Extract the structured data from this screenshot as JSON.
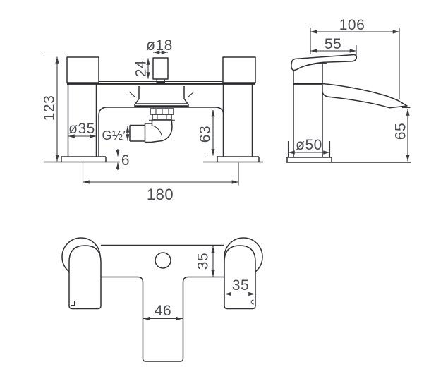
{
  "drawing": {
    "colors": {
      "line": "#303134",
      "text": "#4b4c4f",
      "background": "#ffffff"
    },
    "views": {
      "front": {
        "overall_height": "123",
        "knob_diameter": "ø18",
        "knob_height": "24",
        "pillar_diameter": "ø35",
        "hose_thread": "G½″",
        "deck_thickness": "6",
        "spout_height": "63",
        "tap_centres": "180"
      },
      "side": {
        "overall_projection": "106",
        "handle_projection": "55",
        "base_diameter": "ø50",
        "spout_clearance": "65"
      },
      "plan": {
        "body_depth": "35",
        "handle_width": "35",
        "spout_width": "46"
      }
    }
  }
}
